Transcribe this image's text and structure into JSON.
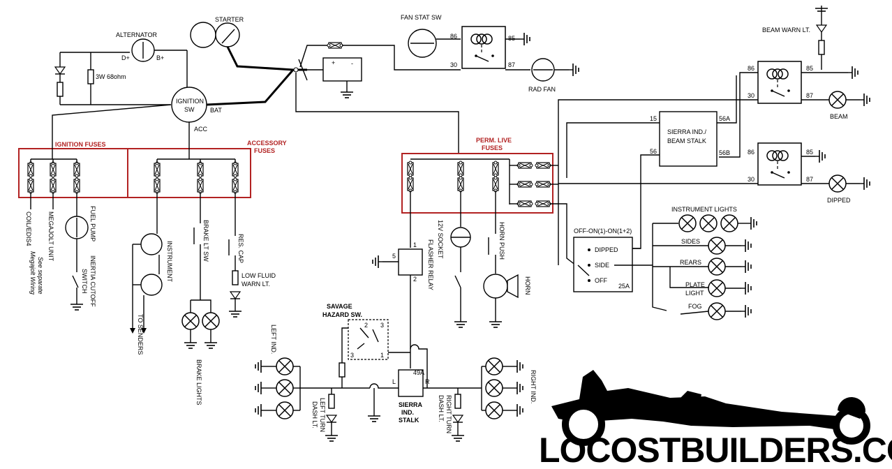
{
  "labels": {
    "alternator": "ALTERNATOR",
    "d_plus": "D+",
    "b_plus": "B+",
    "starter": "STARTER",
    "res_3w": "3W 68ohm",
    "ignition_sw_1": "IGNITION",
    "ignition_sw_2": "SW",
    "bat": "BAT",
    "acc": "ACC",
    "fan_stat_sw": "FAN STAT SW",
    "rad_fan": "RAD FAN",
    "beam_warn_lt": "BEAM WARN LT.",
    "beam": "BEAM",
    "dipped_lamp": "DIPPED",
    "sierra_stalk_1": "SIERRA IND./",
    "sierra_stalk_2": "BEAM STALK",
    "ignition_fuses": "IGNITION FUSES",
    "accessory_fuses_1": "ACCESSORY",
    "accessory_fuses_2": "FUSES",
    "perm_live_fuses_1": "PERM. LIVE",
    "perm_live_fuses_2": "FUSES",
    "coil_edis": "COIL/EDIS4",
    "megajolt": "MEGAJOLT UNIT",
    "see_separate_1": "See separate",
    "see_separate_2": "Megajolt Wiring",
    "fuel_pump": "FUEL PUMP",
    "inertia_1": "INERTIA CUTOFF",
    "inertia_2": "SWITCH",
    "instrument": "INSTRUMENT",
    "to_senders": "TO SENDERS",
    "brake_lt_sw": "BRAKE LT SW",
    "brake_lights": "BRAKE LIGHTS",
    "res_cap": "RES. CAP",
    "low_fluid_1": "LOW FLUID",
    "low_fluid_2": "WARN LT.",
    "flasher_relay": "FLASHER RELAY",
    "socket_12v": "12V SOCKET",
    "horn_push": "HORN PUSH",
    "horn": "HORN",
    "instrument_lights": "INSTRUMENT LIGHTS",
    "off_on": "OFF-ON(1)-ON(1+2)",
    "dipped_sw": "DIPPED",
    "side_sw": "SIDE",
    "off_sw": "OFF",
    "amp_25": "25A",
    "sides": "SIDES",
    "rears": "REARS",
    "plate_1": "PLATE",
    "plate_2": "LIGHT",
    "fog": "FOG",
    "savage_1": "SAVAGE",
    "savage_2": "HAZARD SW.",
    "left_ind": "LEFT IND.",
    "right_ind": "RIGHT IND.",
    "left_turn_1": "LEFT TURN",
    "left_turn_2": "DASH LT.",
    "right_turn_1": "RIGHT TURN",
    "right_turn_2": "DASH LT.",
    "sierra_ind_1": "SIERRA",
    "sierra_ind_2": "IND.",
    "sierra_ind_3": "STALK",
    "t_49a": "49A",
    "t_l": "L",
    "t_r": "R",
    "t_86": "86",
    "t_85": "85",
    "t_30": "30",
    "t_87": "87",
    "t_15": "15",
    "t_56": "56",
    "t_56a": "56A",
    "t_56b": "56B",
    "t_5": "5",
    "t_1": "1",
    "t_2": "2",
    "t_3": "3",
    "plus": "+",
    "minus": "-"
  },
  "brand": "LOCOSTBUILDERS.CO.UK"
}
